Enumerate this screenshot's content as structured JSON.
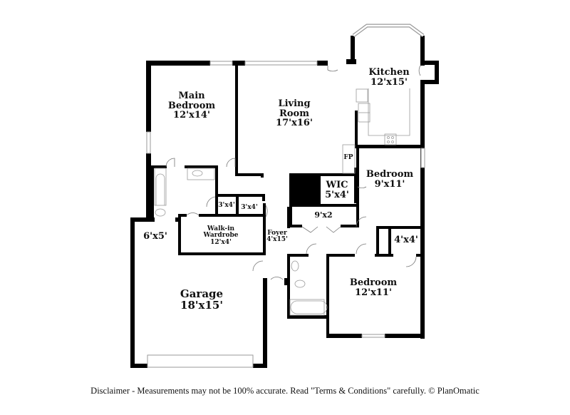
{
  "floorplan": {
    "rooms": [
      {
        "id": "main-bedroom",
        "name_line1": "Main",
        "name_line2": "Bedroom",
        "dims": "12'x14'"
      },
      {
        "id": "living-room",
        "name_line1": "Living",
        "name_line2": "Room",
        "dims": "17'x16'"
      },
      {
        "id": "kitchen",
        "name_line1": "Kitchen",
        "dims": "12'x15'"
      },
      {
        "id": "fireplace",
        "name_line1": "FP"
      },
      {
        "id": "bedroom-2",
        "name_line1": "Bedroom",
        "dims": "9'x11'"
      },
      {
        "id": "wic",
        "name_line1": "WIC",
        "dims": "5'x4'"
      },
      {
        "id": "hall-closet",
        "dims": "9'x2"
      },
      {
        "id": "closet-a",
        "dims": "3'x4'"
      },
      {
        "id": "closet-b",
        "dims": "3'x4'"
      },
      {
        "id": "walk-in-wardrobe",
        "name_line1": "Walk-in",
        "name_line2": "Wardrobe",
        "dims": "12'x4'"
      },
      {
        "id": "foyer",
        "name_line1": "Foyer",
        "dims": "4'x15'"
      },
      {
        "id": "storage",
        "dims": "6'x5'"
      },
      {
        "id": "garage",
        "name_line1": "Garage",
        "dims": "18'x15'"
      },
      {
        "id": "bedroom-3",
        "name_line1": "Bedroom",
        "dims": "12'x11'"
      },
      {
        "id": "closet-c",
        "dims": "4'x4'"
      }
    ]
  },
  "footer": {
    "disclaimer": "Disclaimer - Measurements may not be 100% accurate. Read \"Terms & Conditions\" carefully. © PlanOmatic"
  },
  "colors": {
    "wall": "#000000",
    "fixture": "#9a9a9a",
    "background": "#ffffff"
  }
}
